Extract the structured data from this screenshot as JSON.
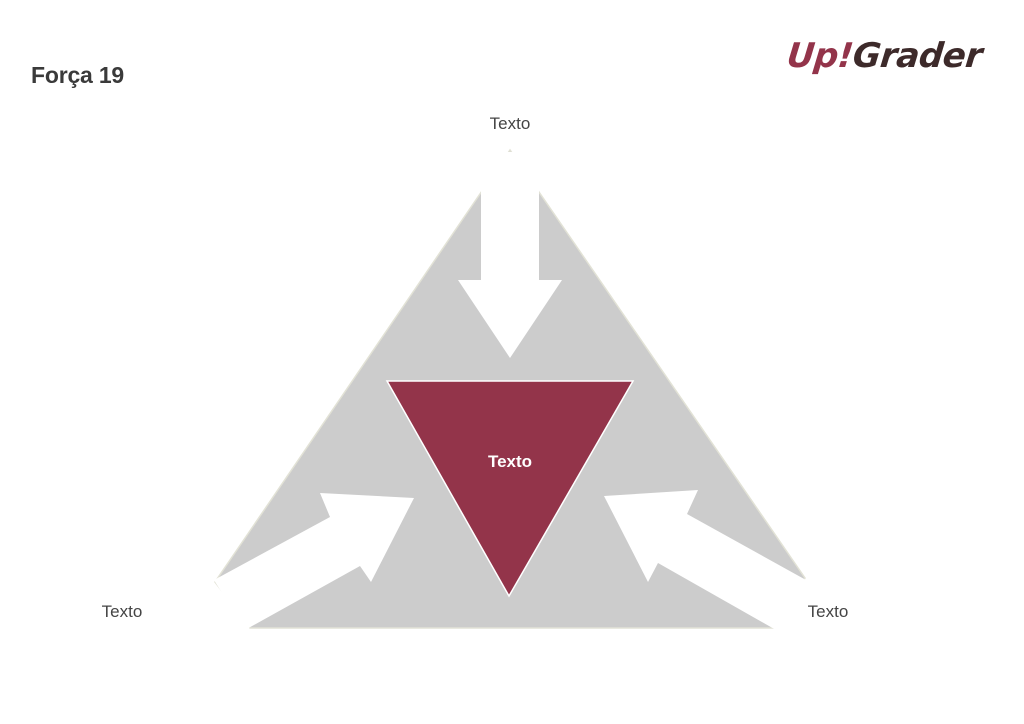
{
  "page": {
    "title": "Força 19"
  },
  "logo": {
    "part1": "Up",
    "part2": "!",
    "part3": "Grader"
  },
  "diagram": {
    "top_label": "Texto",
    "left_label": "Texto",
    "right_label": "Texto",
    "center_label": "Texto"
  },
  "colors": {
    "triangle_fill": "#cccccc",
    "center_fill": "#93344a",
    "arrow_fill": "#ffffff",
    "brand_red": "#93344a",
    "brand_dark": "#3d2a2a"
  }
}
